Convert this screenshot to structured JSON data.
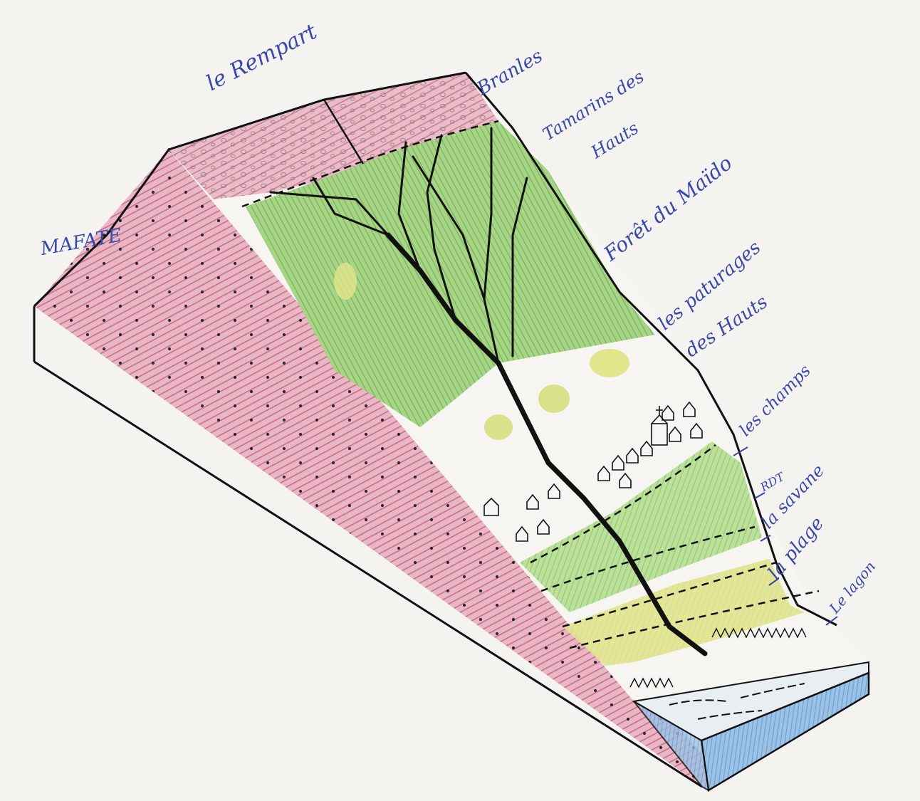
{
  "labels": {
    "mafate": "MAFATE",
    "rempart": "le Rempart",
    "branles": "Branles",
    "tamarins_1": "Tamarins des",
    "tamarins_2": "Hauts",
    "foret": "Forêt du Maïdo",
    "paturages_1": "les paturages",
    "paturages_2": "des Hauts",
    "champs": "les champs",
    "rdt": "RDT",
    "savane": "la savane",
    "plage": "la plage",
    "lagon": "Le lagon"
  },
  "colors": {
    "paper": "#f4f3f0",
    "rock_pink": "#c9708a",
    "forest_green": "#8cc66a",
    "field_green": "#a9d47a",
    "beach_yellow": "#f1eb8c",
    "lagoon_blue": "#6fa3d4",
    "ink": "#111111",
    "label_blue": "#3848a8"
  }
}
